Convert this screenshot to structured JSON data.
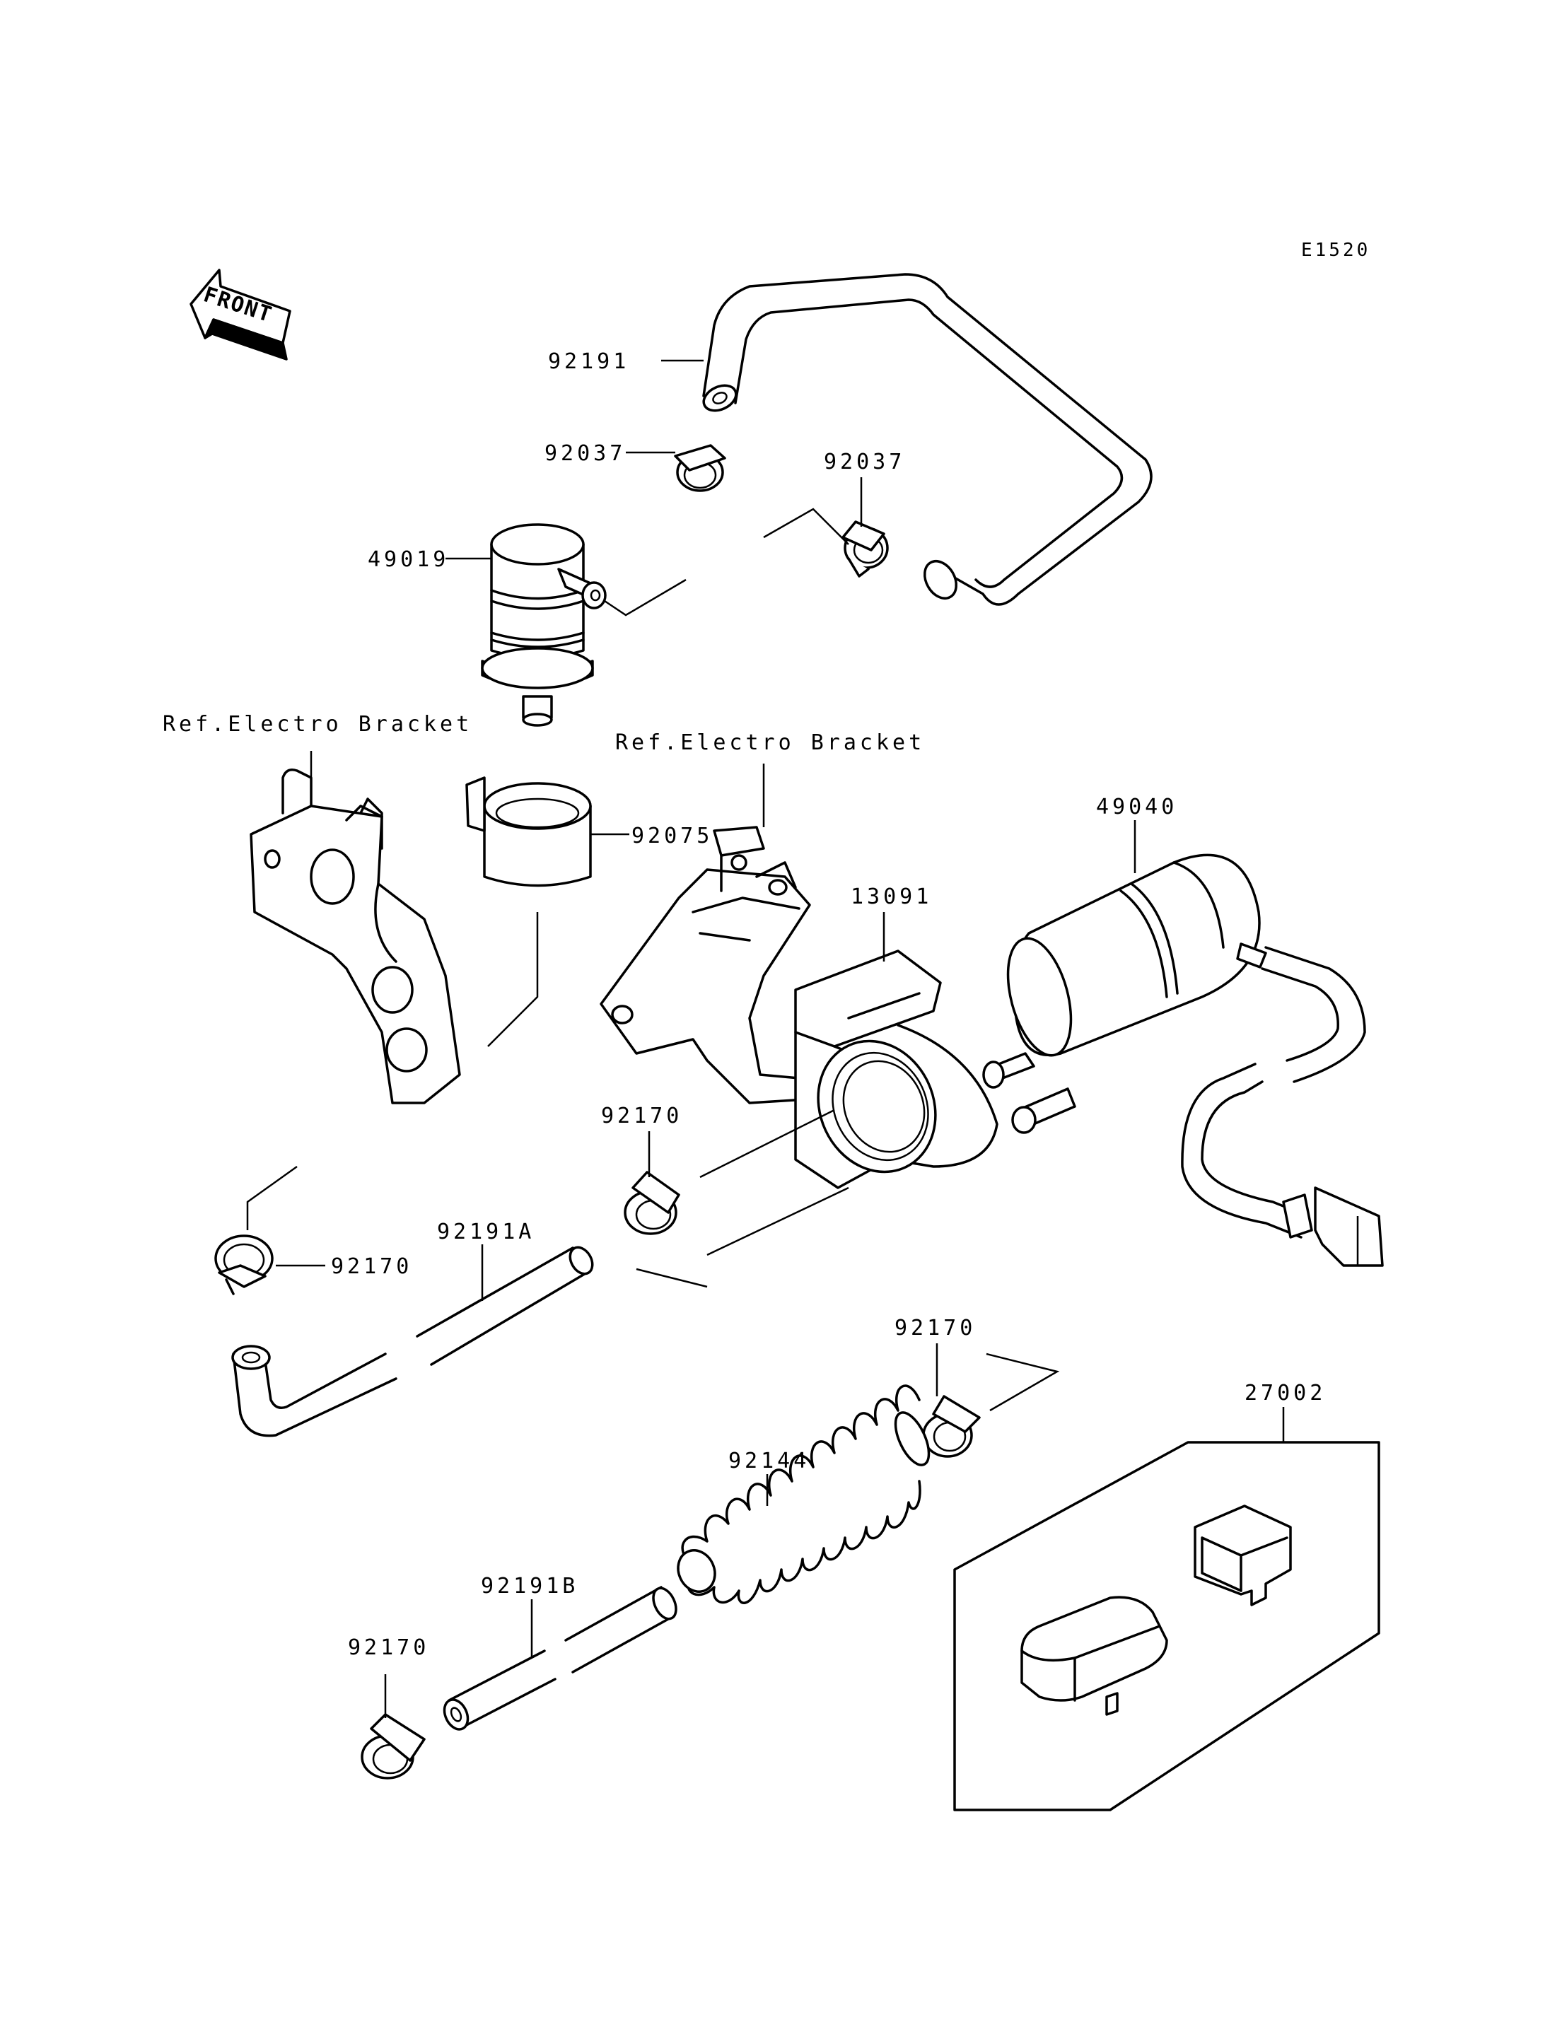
{
  "diagram": {
    "code": "E1520",
    "front_label": "FRONT",
    "parts": {
      "p92191": "92191",
      "p92037_a": "92037",
      "p92037_b": "92037",
      "p49019": "49019",
      "ref_bracket_a": "Ref.Electro Bracket",
      "ref_bracket_b": "Ref.Electro Bracket",
      "p92075": "92075",
      "p49040": "49040",
      "p13091": "13091",
      "p92170_a": "92170",
      "p92170_b": "92170",
      "p92191A": "92191A",
      "p92170_c": "92170",
      "p27002": "27002",
      "p92144": "92144",
      "p92191B": "92191B",
      "p92170_d": "92170"
    }
  }
}
